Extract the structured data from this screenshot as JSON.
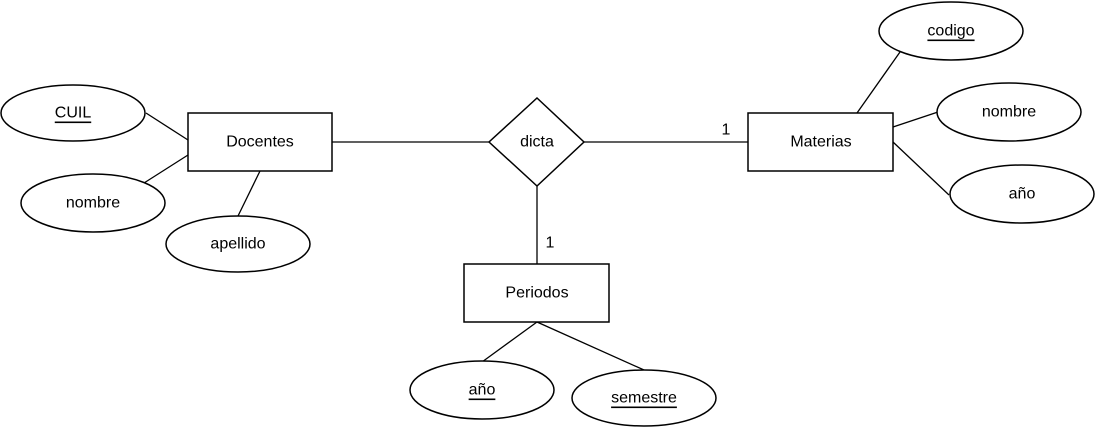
{
  "diagram": {
    "entities": {
      "docentes": "Docentes",
      "materias": "Materias",
      "periodos": "Periodos"
    },
    "relationship": {
      "dicta": "dicta"
    },
    "cardinalities": {
      "materias": "1",
      "periodos": "1"
    },
    "attributes": {
      "docentes": {
        "cuil": "CUIL",
        "nombre": "nombre",
        "apellido": "apellido"
      },
      "materias": {
        "codigo": "codigo",
        "nombre": "nombre",
        "anio": "año"
      },
      "periodos": {
        "anio": "año",
        "semestre": "semestre"
      }
    }
  }
}
